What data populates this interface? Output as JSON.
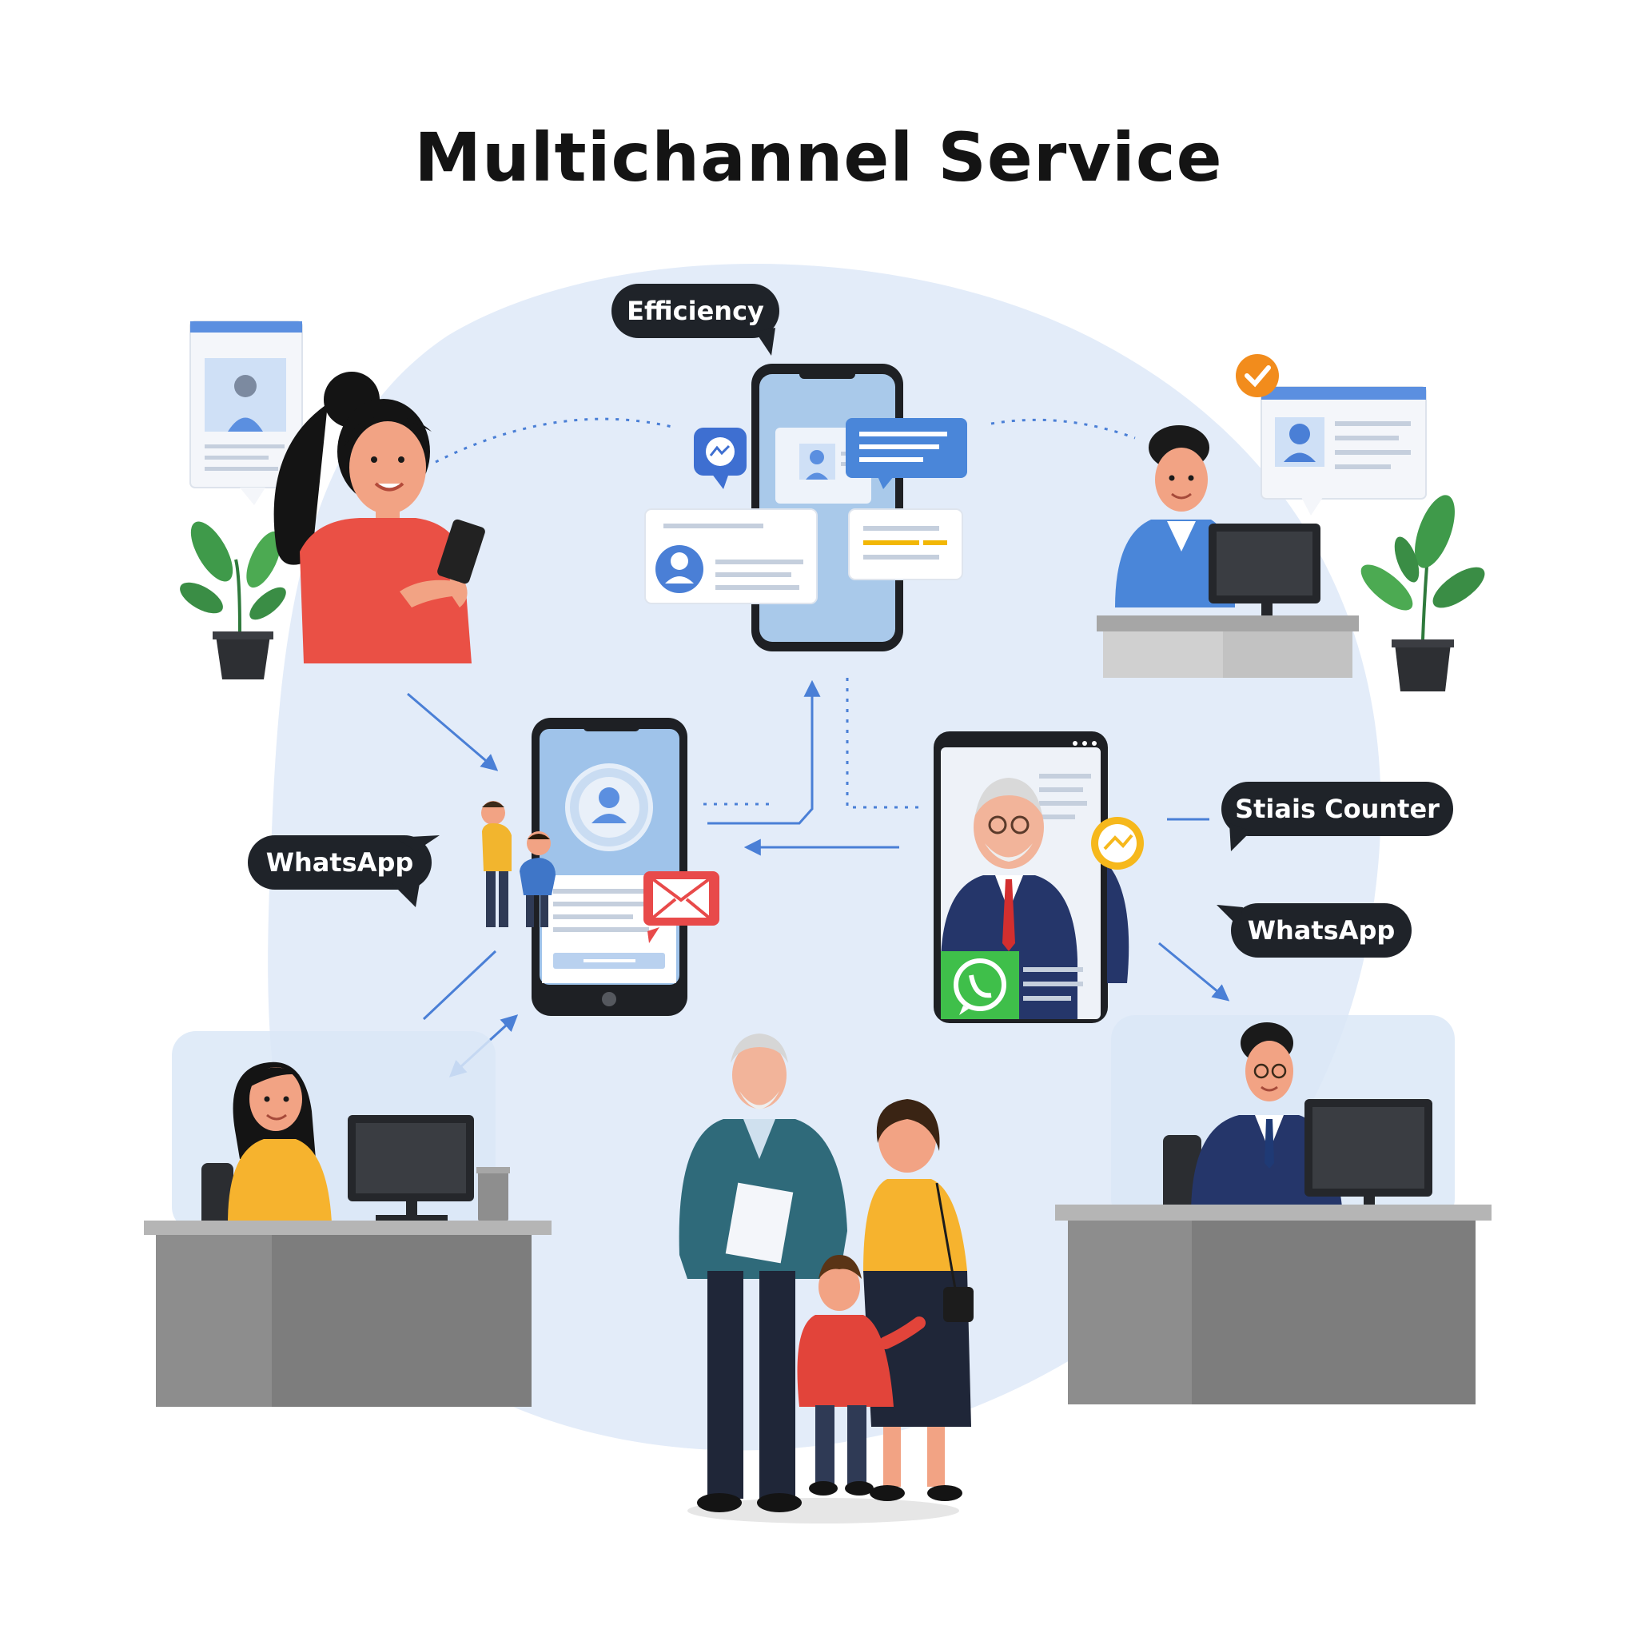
{
  "title": "Multichannel Service",
  "bubbles": {
    "efficiency": "Efficiency",
    "whatsapp_left": "WhatsApp",
    "status_counter": "Stiais Counter",
    "whatsapp_right": "WhatsApp"
  },
  "colors": {
    "blob": "#e3ecf9",
    "bubble_dark": "#1f2329",
    "accent_blue": "#4a7fd6",
    "whatsapp_green": "#3fbf4a",
    "mail_red": "#e84a4a",
    "badge_orange": "#f28c1c",
    "desk_gray": "#8a8a8a"
  },
  "icons": [
    "check-badge-icon",
    "messenger-icon",
    "mail-icon",
    "whatsapp-icon",
    "gold-badge-icon",
    "user-icon",
    "plant-icon",
    "monitor-icon"
  ]
}
